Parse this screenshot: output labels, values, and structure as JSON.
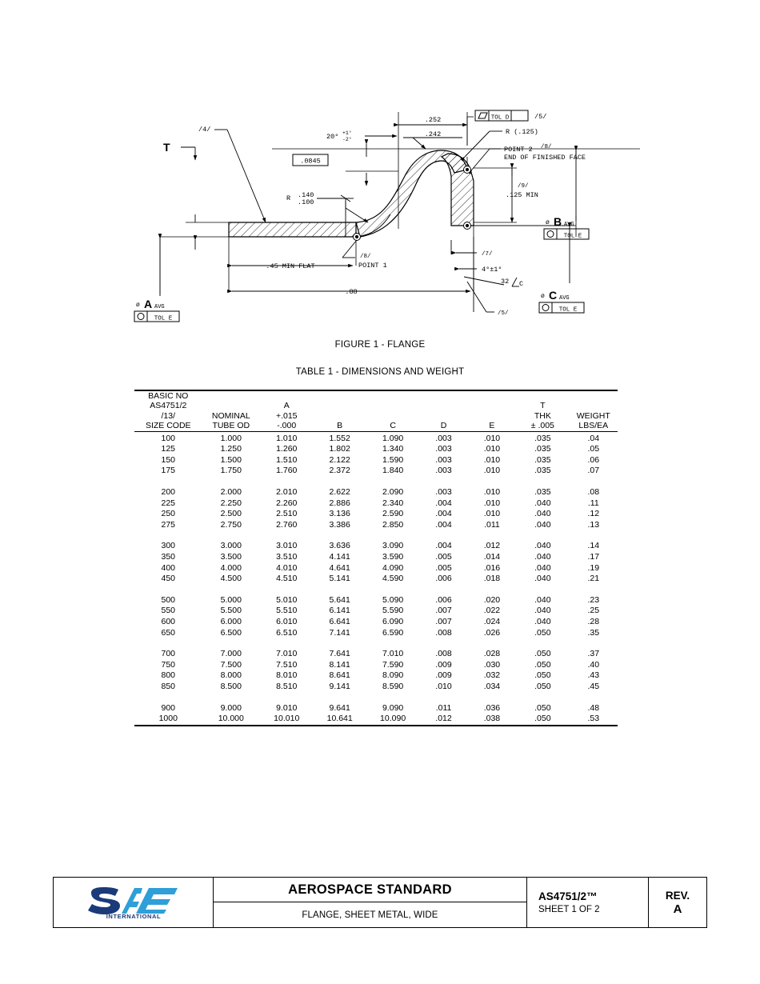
{
  "figure": {
    "caption": "FIGURE 1 - FLANGE",
    "annotations": {
      "dim_top_upper": ".252",
      "dim_top_lower": ".242",
      "tol_d_frame": "TOL D",
      "tol_d_note": "/5/",
      "radius_125": "R (.125)",
      "point2": "POINT 2",
      "point2_note": "/8/",
      "point2_desc": "END OF FINISHED FACE",
      "angle_20": "20°",
      "angle_20_plus": "+1°",
      "angle_20_minus": "-2°",
      "boxed_0845": ".0845",
      "note_9": "/9/",
      "dim_125_min": ".125 MIN",
      "datum_b_dia": "ø",
      "datum_b_letter": "B",
      "datum_b_avg": "AVG",
      "datum_b_frame": "TOL E",
      "note_4": "/4/",
      "thickness_T": "T",
      "radius_140_upper": ".140",
      "radius_140_lower": ".100",
      "radius_140_label": "R",
      "note_8": "/8/",
      "point1": "POINT 1",
      "note_7": "/7/",
      "angle_4": "4°±1°",
      "finish_32": "32",
      "finish_c": "C",
      "note_5": "/5/",
      "dim_45_min_flat": ".45 MIN FLAT",
      "dim_88": ".88",
      "datum_a_dia": "ø",
      "datum_a_letter": "A",
      "datum_a_avg": "AVG",
      "datum_a_frame": "TOL E",
      "datum_c_dia": "ø",
      "datum_c_letter": "C",
      "datum_c_avg": "AVG",
      "datum_c_frame": "TOL E"
    }
  },
  "table": {
    "caption": "TABLE 1 - DIMENSIONS AND WEIGHT",
    "headers": [
      "BASIC NO\nAS4751/2\n/13/\nSIZE CODE",
      "NOMINAL\nTUBE OD",
      "A\n+.015\n-.000",
      "B",
      "C",
      "D",
      "E",
      "T\nTHK\n± .005",
      "WEIGHT\nLBS/EA"
    ],
    "groups": [
      [
        [
          "100",
          "1.000",
          "1.010",
          "1.552",
          "1.090",
          ".003",
          ".010",
          ".035",
          ".04"
        ],
        [
          "125",
          "1.250",
          "1.260",
          "1.802",
          "1.340",
          ".003",
          ".010",
          ".035",
          ".05"
        ],
        [
          "150",
          "1.500",
          "1.510",
          "2.122",
          "1.590",
          ".003",
          ".010",
          ".035",
          ".06"
        ],
        [
          "175",
          "1.750",
          "1.760",
          "2.372",
          "1.840",
          ".003",
          ".010",
          ".035",
          ".07"
        ]
      ],
      [
        [
          "200",
          "2.000",
          "2.010",
          "2.622",
          "2.090",
          ".003",
          ".010",
          ".035",
          ".08"
        ],
        [
          "225",
          "2.250",
          "2.260",
          "2.886",
          "2.340",
          ".004",
          ".010",
          ".040",
          ".11"
        ],
        [
          "250",
          "2.500",
          "2.510",
          "3.136",
          "2.590",
          ".004",
          ".010",
          ".040",
          ".12"
        ],
        [
          "275",
          "2.750",
          "2.760",
          "3.386",
          "2.850",
          ".004",
          ".011",
          ".040",
          ".13"
        ]
      ],
      [
        [
          "300",
          "3.000",
          "3.010",
          "3.636",
          "3.090",
          ".004",
          ".012",
          ".040",
          ".14"
        ],
        [
          "350",
          "3.500",
          "3.510",
          "4.141",
          "3.590",
          ".005",
          ".014",
          ".040",
          ".17"
        ],
        [
          "400",
          "4.000",
          "4.010",
          "4.641",
          "4.090",
          ".005",
          ".016",
          ".040",
          ".19"
        ],
        [
          "450",
          "4.500",
          "4.510",
          "5.141",
          "4.590",
          ".006",
          ".018",
          ".040",
          ".21"
        ]
      ],
      [
        [
          "500",
          "5.000",
          "5.010",
          "5.641",
          "5.090",
          ".006",
          ".020",
          ".040",
          ".23"
        ],
        [
          "550",
          "5.500",
          "5.510",
          "6.141",
          "5.590",
          ".007",
          ".022",
          ".040",
          ".25"
        ],
        [
          "600",
          "6.000",
          "6.010",
          "6.641",
          "6.090",
          ".007",
          ".024",
          ".040",
          ".28"
        ],
        [
          "650",
          "6.500",
          "6.510",
          "7.141",
          "6.590",
          ".008",
          ".026",
          ".050",
          ".35"
        ]
      ],
      [
        [
          "700",
          "7.000",
          "7.010",
          "7.641",
          "7.010",
          ".008",
          ".028",
          ".050",
          ".37"
        ],
        [
          "750",
          "7.500",
          "7.510",
          "8.141",
          "7.590",
          ".009",
          ".030",
          ".050",
          ".40"
        ],
        [
          "800",
          "8.000",
          "8.010",
          "8.641",
          "8.090",
          ".009",
          ".032",
          ".050",
          ".43"
        ],
        [
          "850",
          "8.500",
          "8.510",
          "9.141",
          "8.590",
          ".010",
          ".034",
          ".050",
          ".45"
        ]
      ],
      [
        [
          "900",
          "9.000",
          "9.010",
          "9.641",
          "9.090",
          ".011",
          ".036",
          ".050",
          ".48"
        ],
        [
          "1000",
          "10.000",
          "10.010",
          "10.641",
          "10.090",
          ".012",
          ".038",
          ".050",
          ".53"
        ]
      ]
    ]
  },
  "title_block": {
    "logo_text": "SAE",
    "logo_sub": "INTERNATIONAL",
    "logo_color_dark": "#1b3a7a",
    "logo_color_light": "#2e9fd8",
    "standard": "AEROSPACE STANDARD",
    "subtitle": "FLANGE, SHEET METAL, WIDE",
    "doc_number": "AS4751/2™",
    "sheet": "SHEET 1 OF 2",
    "rev_label": "REV.",
    "rev_value": "A"
  }
}
